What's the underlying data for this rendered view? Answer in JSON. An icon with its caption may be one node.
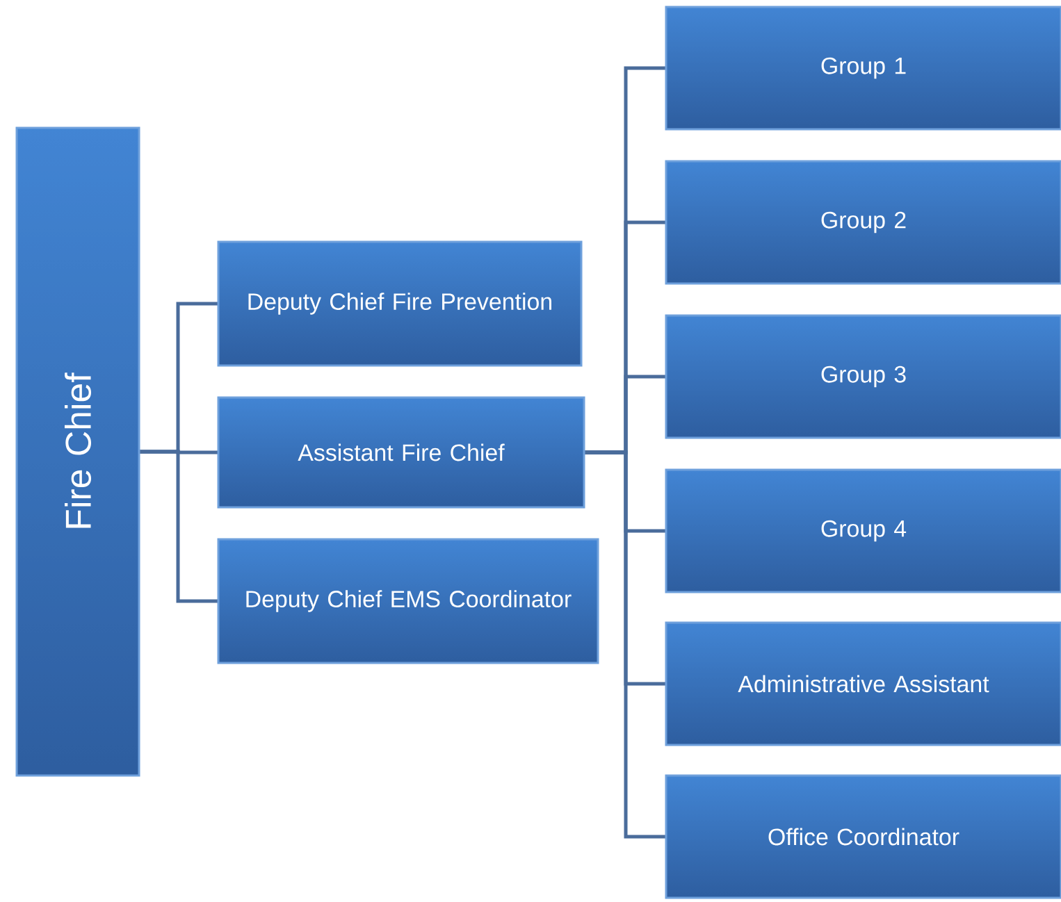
{
  "diagram": {
    "nodes": [
      {
        "text": [
          "Fire Chief"
        ]
      },
      {
        "text": [
          "Deputy Chief Fire Prevention"
        ]
      },
      {
        "text": [
          "Assistant Fire Chief"
        ]
      },
      {
        "text": [
          "Deputy Chief EMS Coordinator"
        ]
      },
      {
        "text": [
          "Group 1"
        ]
      },
      {
        "text": [
          "Group 2"
        ]
      },
      {
        "text": [
          "Group 3"
        ]
      },
      {
        "text": [
          "Group 4"
        ]
      },
      {
        "text": [
          "Administrative Assistant"
        ]
      },
      {
        "text": [
          "Office Coordinator"
        ]
      }
    ],
    "edges": [
      {
        "from": 0,
        "to": 1,
        "arrow": "none"
      },
      {
        "from": 0,
        "to": 2,
        "arrow": "none"
      },
      {
        "from": 0,
        "to": 3,
        "arrow": "none"
      },
      {
        "from": 2,
        "to": 4,
        "arrow": "none"
      },
      {
        "from": 2,
        "to": 5,
        "arrow": "none"
      },
      {
        "from": 2,
        "to": 6,
        "arrow": "none"
      },
      {
        "from": 2,
        "to": 7,
        "arrow": "none"
      },
      {
        "from": 2,
        "to": 8,
        "arrow": "none"
      },
      {
        "from": 2,
        "to": 9,
        "arrow": "none"
      }
    ]
  }
}
